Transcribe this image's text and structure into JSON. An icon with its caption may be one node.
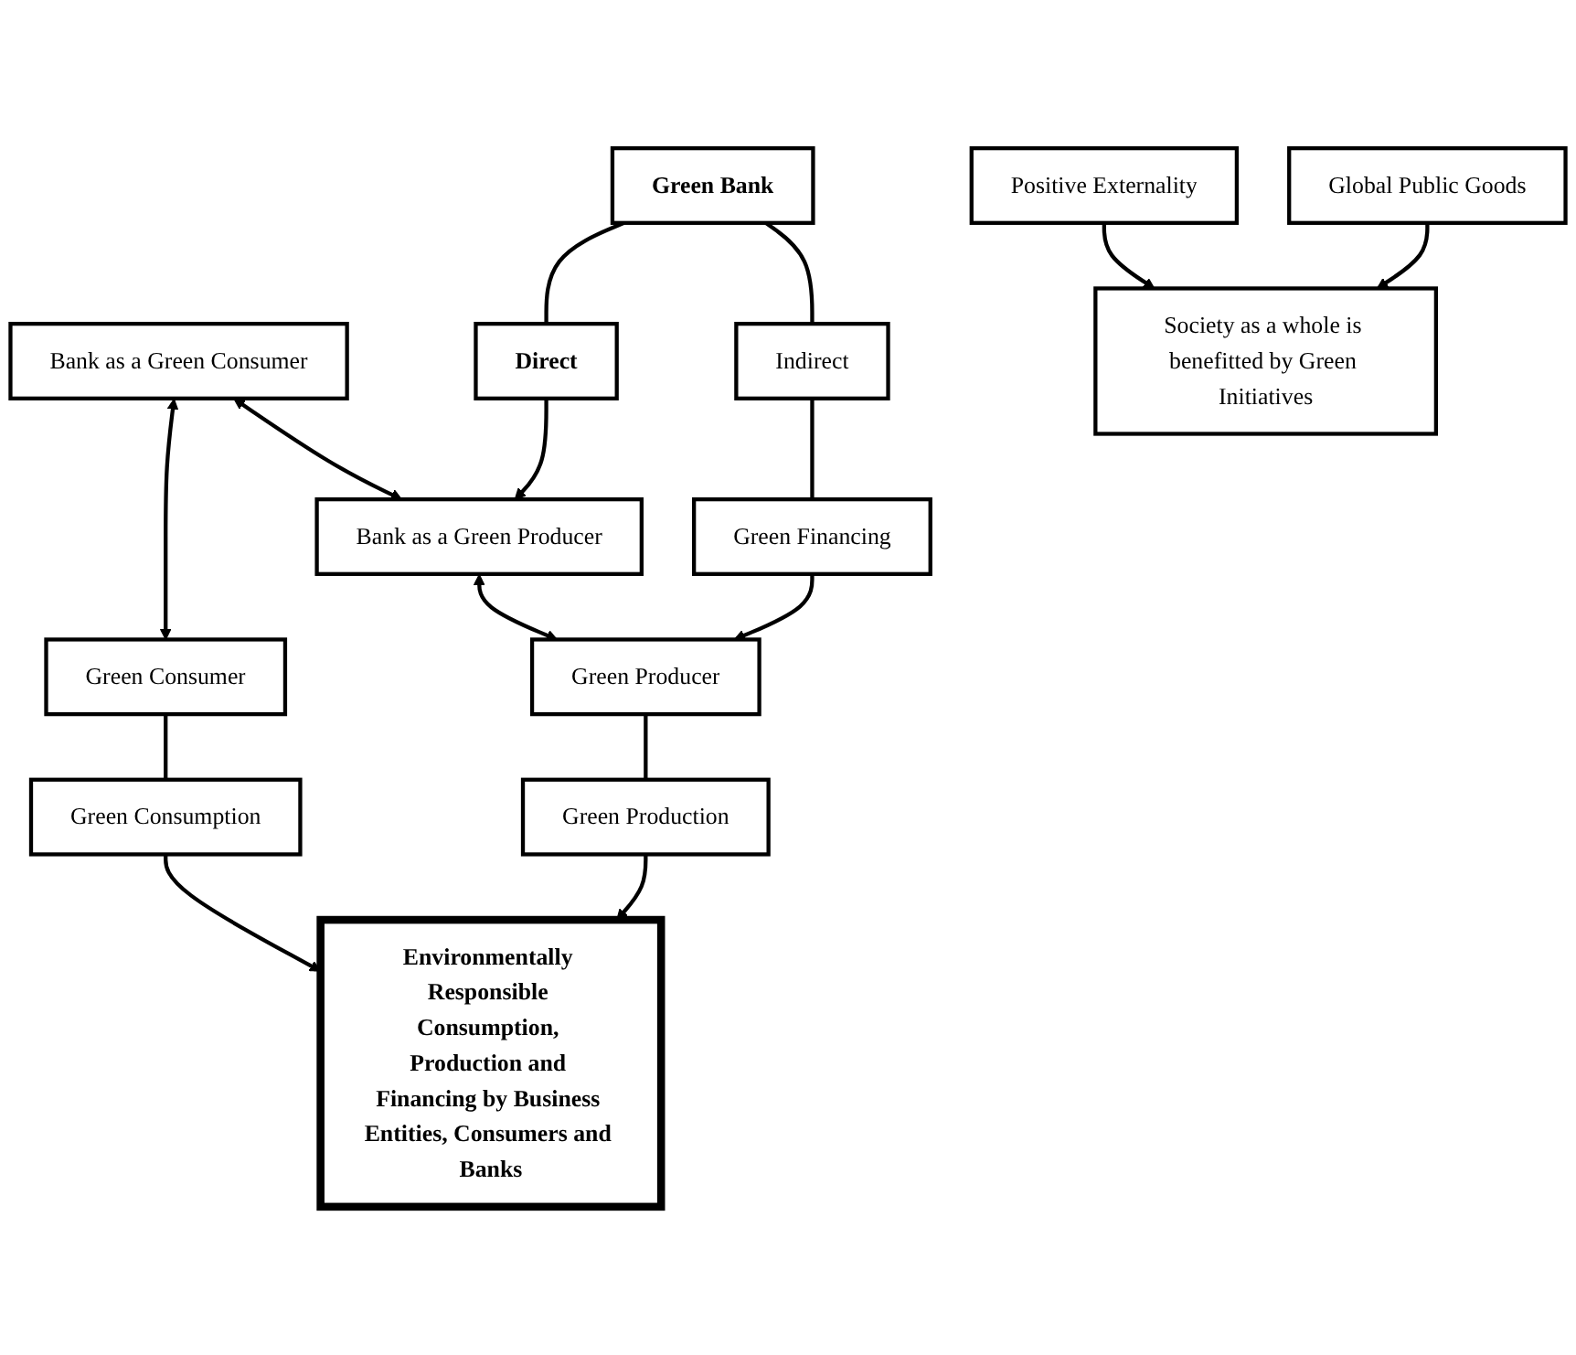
{
  "diagram": {
    "nodes": [
      {
        "text": [
          "Bank as a Green Consumer"
        ]
      },
      {
        "text": [
          "Bank as a Green Producer"
        ]
      },
      {
        "text": [
          "Direct"
        ]
      },
      {
        "text": [
          "Green Bank"
        ]
      },
      {
        "text": [
          "Green Consumer"
        ]
      },
      {
        "text": [
          "Green Producer"
        ]
      },
      {
        "text": [
          "Green Financing"
        ]
      },
      {
        "text": [
          "Indirect"
        ]
      },
      {
        "text": [
          "Green Consumption"
        ]
      },
      {
        "text": [
          "Green Production"
        ]
      },
      {
        "text": [
          "Environmentally Responsible Consumption, Production and Financing by Business Entities, Consumers and Banks"
        ]
      },
      {
        "text": [
          "Positive Externality"
        ]
      },
      {
        "text": [
          "Global Public Goods"
        ]
      },
      {
        "text": [
          "Society as a whole is benefitted by Green Initiatives"
        ]
      }
    ],
    "edges": [
      {
        "from": 0,
        "to": 1,
        "arrow": "both"
      },
      {
        "from": 3,
        "to": 2,
        "arrow": "none"
      },
      {
        "from": 2,
        "to": 1,
        "arrow": "to"
      },
      {
        "from": 0,
        "to": 4,
        "arrow": "both"
      },
      {
        "from": 1,
        "to": 5,
        "arrow": "both"
      },
      {
        "from": 3,
        "to": 7,
        "arrow": "none"
      },
      {
        "from": 7,
        "to": 6,
        "arrow": "none"
      },
      {
        "from": 6,
        "to": 5,
        "arrow": "to"
      },
      {
        "from": 4,
        "to": 8,
        "arrow": "none"
      },
      {
        "from": 5,
        "to": 9,
        "arrow": "none"
      },
      {
        "from": 8,
        "to": 10,
        "arrow": "to"
      },
      {
        "from": 9,
        "to": 10,
        "arrow": "to"
      },
      {
        "from": 11,
        "to": 13,
        "arrow": "to"
      },
      {
        "from": 12,
        "to": 13,
        "arrow": "to"
      }
    ]
  }
}
